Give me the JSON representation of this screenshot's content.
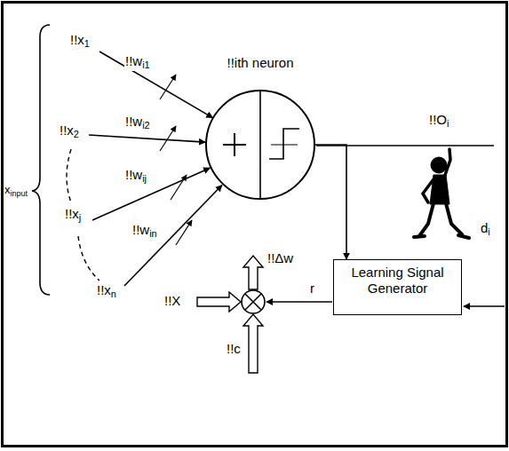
{
  "diagram": {
    "nodes": [
      {
        "text": [
          "!!ith neuron"
        ]
      },
      {
        "text": [
          "Learning Signal Generator"
        ]
      }
    ],
    "edges": [
      {
        "from": 0,
        "to": 1,
        "arrow": "to"
      }
    ],
    "labels": [
      "xinput",
      "!!x1",
      "!!x2",
      "!!xj",
      "!!xn",
      "!!wi1",
      "!!wi2",
      "!!wij",
      "!!win",
      "!!Oi",
      "di",
      "!!Δw",
      "r",
      "!!X",
      "!!c"
    ]
  }
}
